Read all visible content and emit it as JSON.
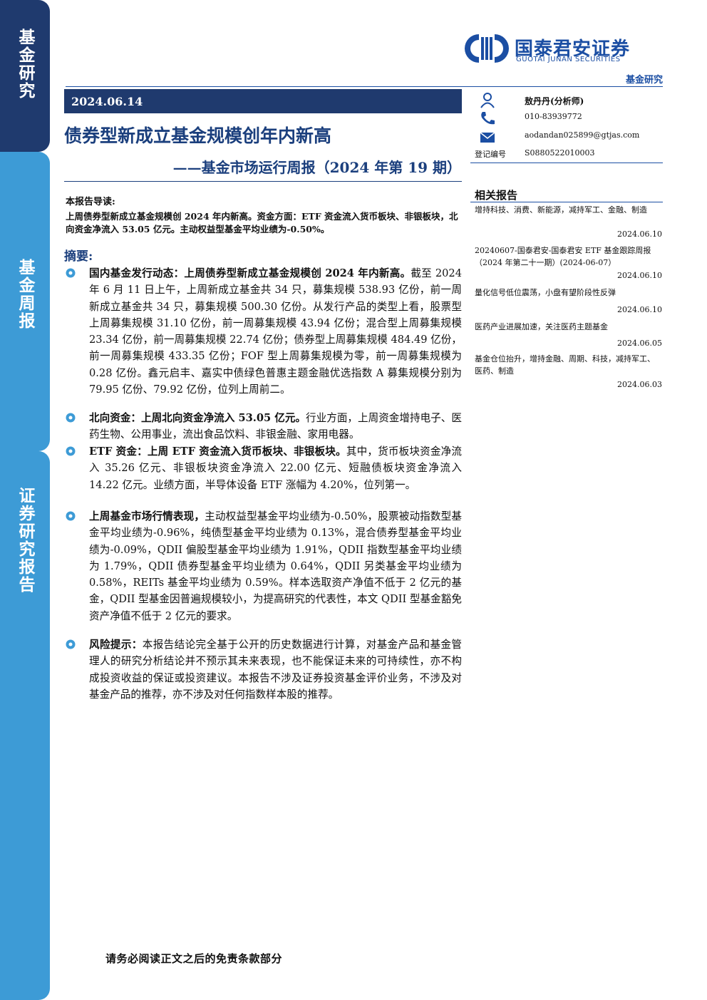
{
  "sidebar": {
    "tab1": "基金研究",
    "tab2": "基金周报",
    "tab3": "证券研究报告"
  },
  "header": {
    "logo_cn": "国泰君安证券",
    "logo_en": "GUOTAI JUNAN SECURITIES",
    "category": "基金研究",
    "date": "2024.06.14",
    "title": "债券型新成立基金规模创年内新高",
    "subtitle": "——基金市场运行周报（2024 年第 19 期）"
  },
  "analyst": {
    "name": "敖丹丹(分析师)",
    "phone": "010-83939772",
    "email": "aodandan025899@gtjas.com",
    "reg_label": "登记编号",
    "reg_value": "S0880522010003"
  },
  "related": {
    "title": "相关报告",
    "items": [
      {
        "title": "增持科技、消费、新能源，减持军工、金融、制造",
        "date": "2024.06.10"
      },
      {
        "title": "20240607-国泰君安-国泰君安 ETF 基金跟踪周报（2024 年第二十一期）(2024-06-07）",
        "date": "2024.06.10"
      },
      {
        "title": "量化信号低位震荡，小盘有望阶段性反弹",
        "date": "2024.06.10"
      },
      {
        "title": "医药产业进展加速，关注医药主题基金",
        "date": "2024.06.05"
      },
      {
        "title": "基金仓位抬升，增持金融、周期、科技，减持军工、医药、制造",
        "date": "2024.06.03"
      }
    ]
  },
  "guide": {
    "title": "本报告导读:",
    "text": "上周债券型新成立基金规模创 2024 年内新高。资金方面：ETF 资金流入货币板块、非银板块，北向资金净流入 53.05 亿元。主动权益型基金平均业绩为-0.50%。"
  },
  "summary": {
    "title": "摘要:",
    "bullets": [
      {
        "lead": "国内基金发行动态：上周债券型新成立基金规模创 2024 年内新高。",
        "body": "截至 2024 年 6 月 11 日上午，上周新成立基金共 34 只，募集规模 538.93 亿份，前一周新成立基金共 34 只，募集规模 500.30 亿份。从发行产品的类型上看，股票型上周募集规模 31.10 亿份，前一周募集规模 43.94 亿份；混合型上周募集规模 23.34 亿份，前一周募集规模 22.74 亿份；债券型上周募集规模 484.49 亿份，前一周募集规模 433.35 亿份；FOF 型上周募集规模为零，前一周募集规模为 0.28 亿份。鑫元启丰、嘉实中债绿色普惠主题金融优选指数 A 募集规模分别为 79.95 亿份、79.92 亿份，位列上周前二。"
      },
      {
        "lead": "北向资金：上周北向资金净流入 53.05 亿元。",
        "body": "行业方面，上周资金增持电子、医药生物、公用事业，流出食品饮料、非银金融、家用电器。"
      },
      {
        "lead": "ETF 资金：上周 ETF 资金流入货币板块、非银板块。",
        "body": "其中，货币板块资金净流入 35.26 亿元、非银板块资金净流入 22.00 亿元、短融债板块资金净流入 14.22 亿元。业绩方面，半导体设备 ETF 涨幅为 4.20%，位列第一。"
      },
      {
        "lead": "上周基金市场行情表现，",
        "body": "主动权益型基金平均业绩为-0.50%，股票被动指数型基金平均业绩为-0.96%，纯债型基金平均业绩为 0.13%，混合债券型基金平均业绩为-0.09%，QDII 偏股型基金平均业绩为 1.91%，QDII 指数型基金平均业绩为 1.79%，QDII 债券型基金平均业绩为 0.64%，QDII 另类基金平均业绩为 0.58%，REITs 基金平均业绩为 0.59%。样本选取资产净值不低于 2 亿元的基金，QDII 型基金因普遍规模较小，为提高研究的代表性，本文 QDII 型基金豁免资产净值不低于 2 亿元的要求。"
      },
      {
        "lead": "风险提示：",
        "body": "本报告结论完全基于公开的历史数据进行计算，对基金产品和基金管理人的研究分析结论并不预示其未来表现，也不能保证未来的可持续性，亦不构成投资收益的保证或投资建议。本报告不涉及证券投资基金评价业务，不涉及对基金产品的推荐，亦不涉及对任何指数样本股的推荐。"
      }
    ]
  },
  "footer": {
    "note": "请务必阅读正文之后的免责条款部分"
  },
  "colors": {
    "navy": "#1f3a6e",
    "sky": "#3d9bd6",
    "brand_blue": "#1b4ea3"
  }
}
